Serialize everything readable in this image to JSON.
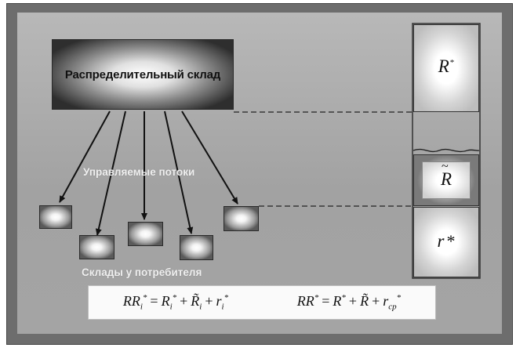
{
  "diagram": {
    "warehouse_label": "Распределительный склад",
    "flows_label": "Управляемые потоки",
    "consumer_warehouses_label": "Склады у потребителя"
  },
  "inventory_column": {
    "top_symbol": "R",
    "top_symbol_mark": "*",
    "middle_symbol": "R",
    "middle_symbol_mark": "~",
    "bottom_symbol": "r",
    "bottom_symbol_mark": "*"
  },
  "formulas": {
    "formula_1": "RR_i^* = R_i^* + R̃_i + r_i^*",
    "formula_2": "RR^* = R^* + R̃ + r_ср^*",
    "formula_2_sub": "ср"
  }
}
